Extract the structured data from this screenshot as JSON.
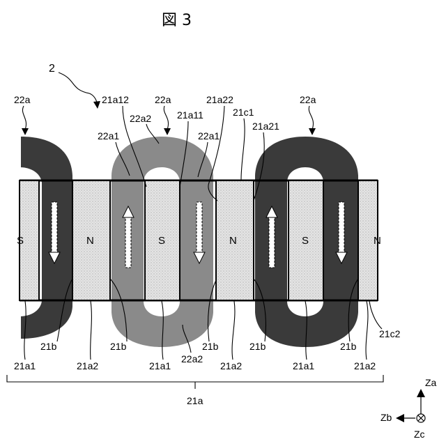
{
  "figure": {
    "title": "図 3",
    "ref_main": "2",
    "poles": [
      "S",
      "N",
      "S",
      "N",
      "S",
      "N"
    ],
    "coil_labels": [
      "22a",
      "22a",
      "22a"
    ],
    "labels": {
      "l_21a12": "21a12",
      "l_22a2_top": "22a2",
      "l_22a1_a": "22a1",
      "l_21a11": "21a11",
      "l_22a1_b": "22a1",
      "l_21a22": "21a22",
      "l_21c1": "21c1",
      "l_21a21": "21a21",
      "l_21c2": "21c2",
      "l_21b_1": "21b",
      "l_21b_2": "21b",
      "l_21b_3": "21b",
      "l_21b_4": "21b",
      "l_21b_5": "21b",
      "l_22a2_bot": "22a2",
      "l_21a1_1": "21a1",
      "l_21a2_1": "21a2",
      "l_21a1_2": "21a1",
      "l_21a2_2": "21a2",
      "l_21a1_3": "21a1",
      "l_21a2_3": "21a2",
      "l_21a": "21a"
    },
    "axes": {
      "za": "Za",
      "zb": "Zb",
      "zc": "Zc"
    },
    "colors": {
      "coil_dark": "#3a3a3a",
      "coil_light": "#8a8a8a",
      "magnet_fill": "#dcdcdc",
      "line": "#000000"
    }
  }
}
